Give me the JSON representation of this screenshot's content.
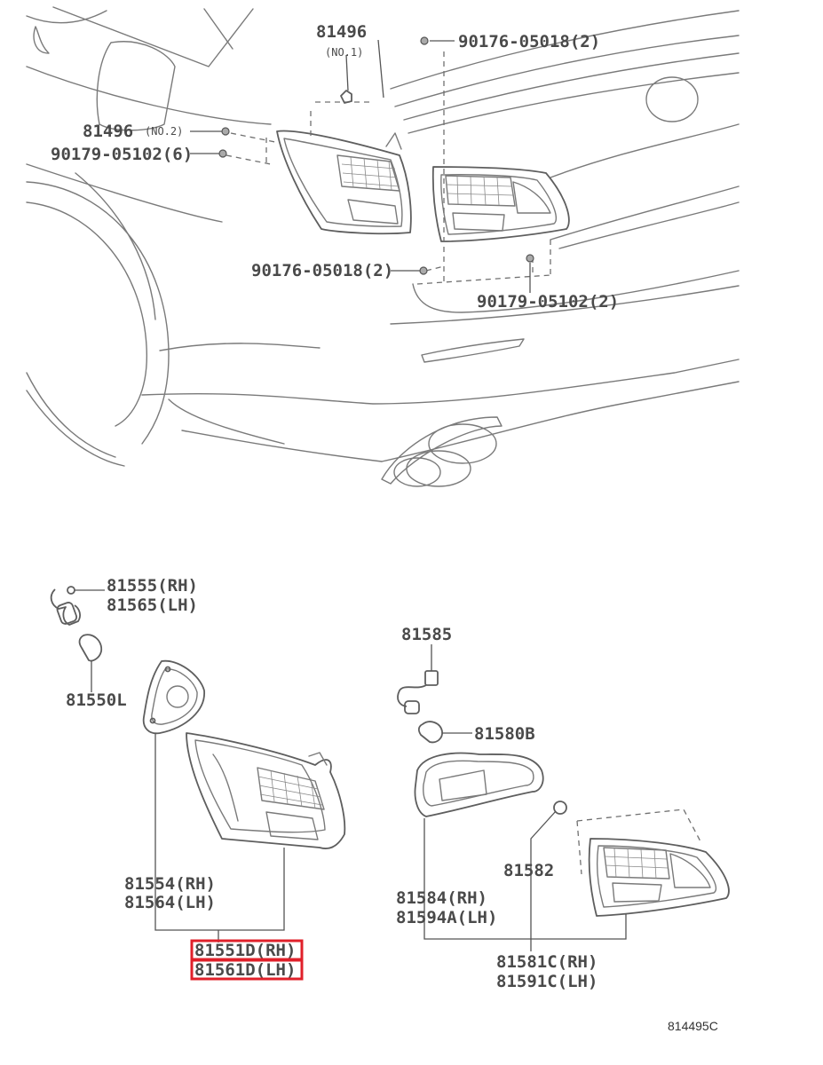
{
  "diagram": {
    "ref_code": "814495C",
    "labels": {
      "p81496_no1": "81496",
      "no1": "(NO.1)",
      "p90176_top": "90176-05018(2)",
      "p81496_no2": "81496",
      "no2": "(NO.2)",
      "p90179_left": "90179-05102(6)",
      "p90176_mid": "90176-05018(2)",
      "p90179_right": "90179-05102(2)",
      "p81555": "81555(RH)",
      "p81565": "81565(LH)",
      "p81550l": "81550L",
      "p81554": "81554(RH)",
      "p81564": "81564(LH)",
      "p81551d": "81551D(RH)",
      "p81561d": "81561D(LH)",
      "p81585": "81585",
      "p81580b": "81580B",
      "p81582": "81582",
      "p81584": "81584(RH)",
      "p81594a": "81594A(LH)",
      "p81581c": "81581C(RH)",
      "p81591c": "81591C(LH)"
    },
    "highlight_color": "#e0202a"
  }
}
